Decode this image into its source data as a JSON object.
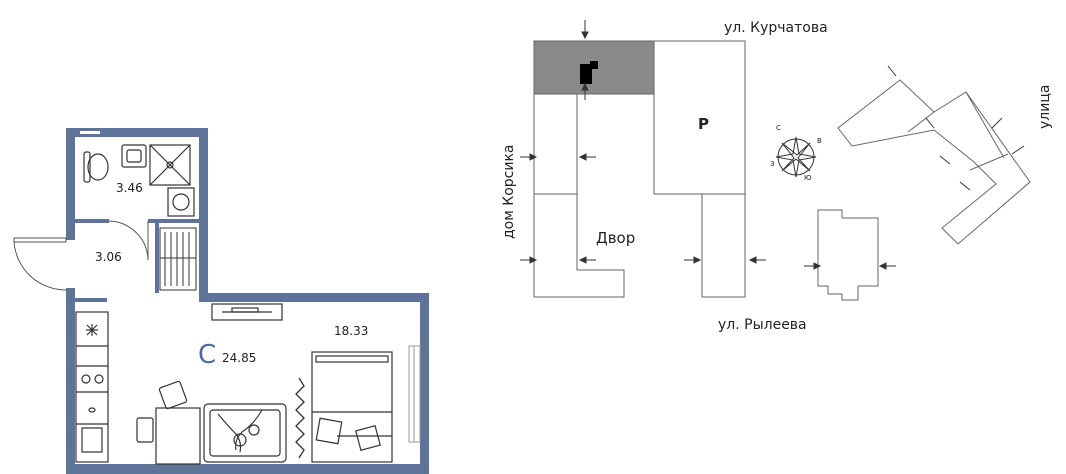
{
  "floorplan": {
    "areas": {
      "bathroom": "3.46",
      "hallway": "3.06",
      "room": "18.33",
      "total": "24.85"
    },
    "type_letter": "С"
  },
  "site_plan": {
    "streets": {
      "north": "ул. Курчатова",
      "south": "ул. Рылеева",
      "west": "дом Корсика",
      "east": "улица"
    },
    "parking_label": "Р",
    "yard_label": "Двор",
    "compass": {
      "n": "С",
      "e": "В",
      "s": "Ю",
      "w": "З"
    }
  },
  "colors": {
    "wall": "#5e7398",
    "highlight": "#8a8a8a",
    "accent": "#4f6a9a"
  }
}
